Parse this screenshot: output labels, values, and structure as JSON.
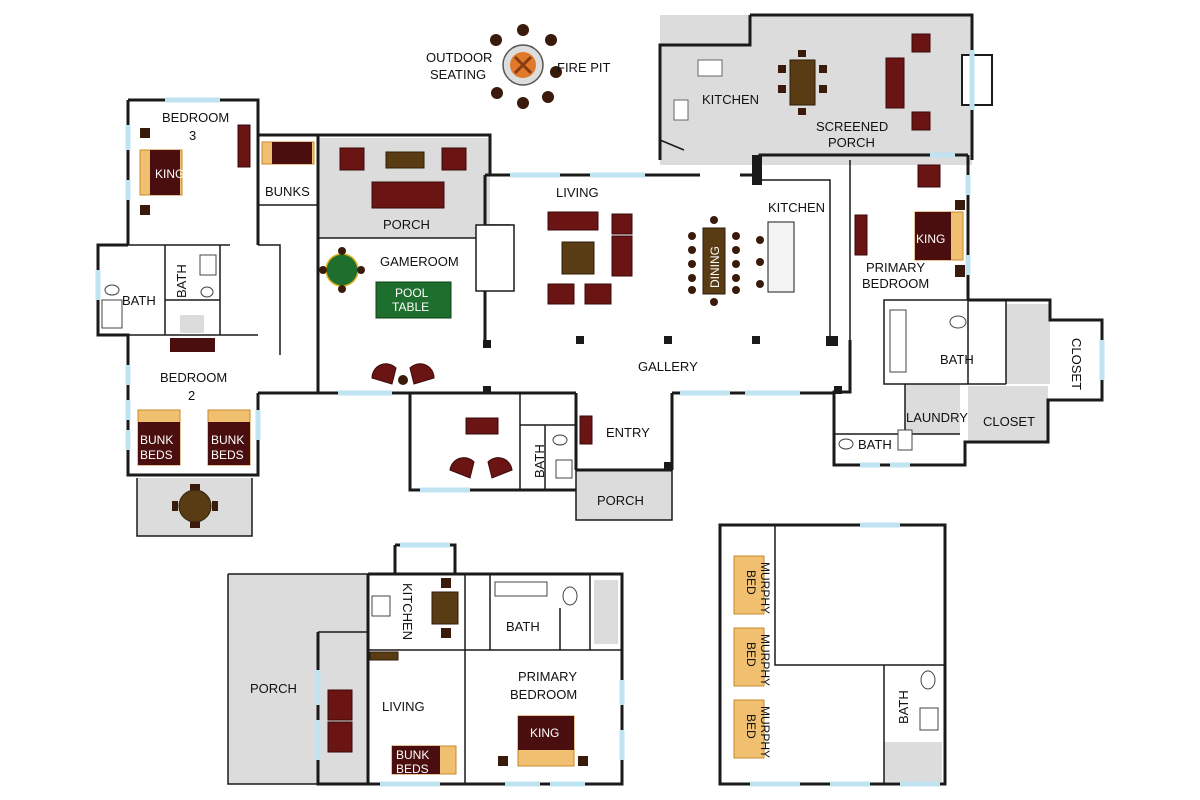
{
  "labels": {
    "outdoor_seating_1": "OUTDOOR",
    "outdoor_seating_2": "SEATING",
    "fire_pit": "FIRE PIT",
    "bedroom3_1": "BEDROOM",
    "bedroom3_2": "3",
    "bunks": "BUNKS",
    "porch_top": "PORCH",
    "gameroom": "GAMEROOM",
    "living_main": "LIVING",
    "kitchen_main": "KITCHEN",
    "kitchen_porch": "KITCHEN",
    "screened_1": "SCREENED",
    "screened_2": "PORCH",
    "dining": "DINING",
    "primary1_1": "PRIMARY",
    "primary1_2": "BEDROOM",
    "bath_left1": "BATH",
    "bath_left2": "BATH",
    "bedroom2_1": "BEDROOM",
    "bedroom2_2": "2",
    "gallery": "GALLERY",
    "bath_entry": "BATH",
    "entry": "ENTRY",
    "porch_entry": "PORCH",
    "bath_primary": "BATH",
    "closet1": "CLOSET",
    "closet2": "CLOSET",
    "laundry": "LAUNDRY",
    "bath_laundry": "BATH",
    "porch_lower": "PORCH",
    "kitchen_lower": "KITCHEN",
    "living_lower": "LIVING",
    "bath_lower": "BATH",
    "primary2_1": "PRIMARY",
    "primary2_2": "BEDROOM",
    "bath_right": "BATH"
  },
  "beds": {
    "king1": "KING",
    "king2": "KING",
    "king3": "KING",
    "bunk1_1": "BUNK",
    "bunk1_2": "BEDS",
    "bunk2_1": "BUNK",
    "bunk2_2": "BEDS",
    "bunk3_1": "BUNK",
    "bunk3_2": "BEDS",
    "murphy_1": "MURPHY",
    "murphy_2": "BED"
  },
  "pool_table": {
    "line1": "POOL",
    "line2": "TABLE"
  },
  "colors": {
    "wall": "#1a1a1a",
    "floor_grey": "#dcdcdc",
    "furniture": "#6b1414",
    "bed": "#f0c070",
    "pool": "#1e6e2e",
    "window": "#bfe3f0",
    "fire": "#e07a2a"
  }
}
